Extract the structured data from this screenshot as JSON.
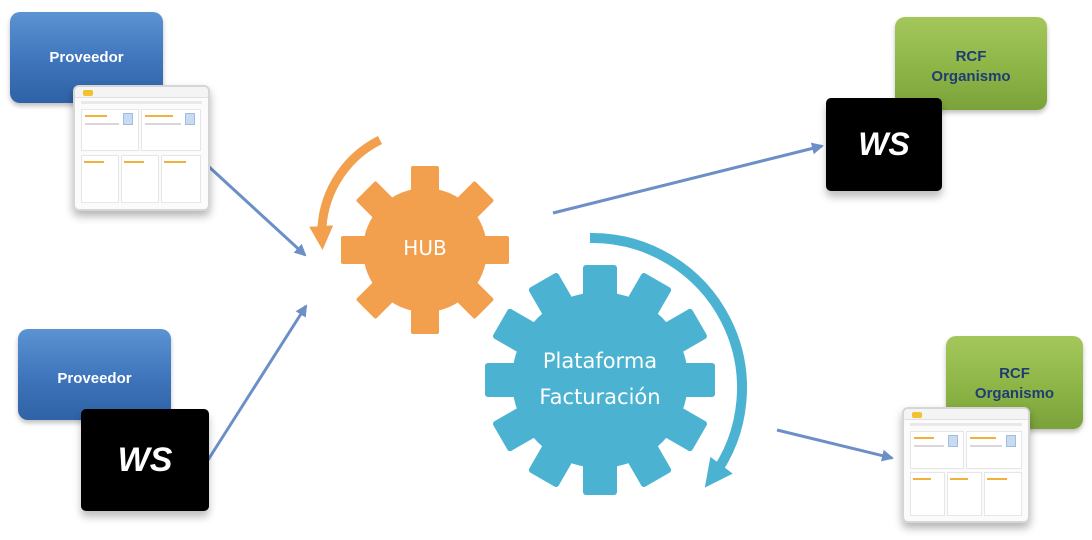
{
  "providers": [
    {
      "label": "Proveedor"
    },
    {
      "label": "Proveedor"
    }
  ],
  "ws_label": "WS",
  "hub": {
    "label": "HUB",
    "color": "#f2a04d"
  },
  "platform": {
    "line1": "Plataforma",
    "line2": "Facturación",
    "color": "#4bb3d1"
  },
  "rcf": [
    {
      "line1": "RCF",
      "line2": "Organismo"
    },
    {
      "line1": "RCF",
      "line2": "Organismo"
    }
  ],
  "colors": {
    "arrow": "#6b8fc6",
    "provider": "#3e74bb",
    "rcf": "#8db546"
  }
}
